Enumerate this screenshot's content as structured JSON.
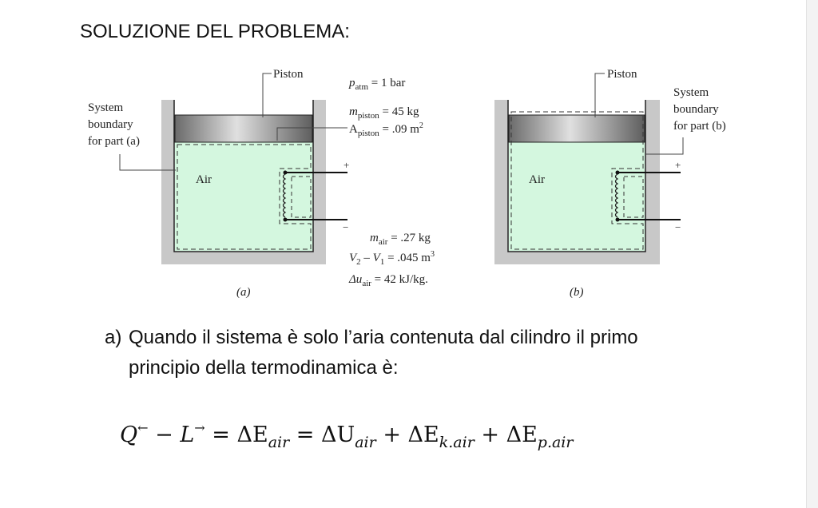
{
  "title": "SOLUZIONE DEL PROBLEMA:",
  "figure": {
    "a": {
      "piston_label": "Piston",
      "boundary_label": [
        "System",
        "boundary",
        "for part (a)"
      ],
      "air_label": "Air",
      "plus": "+",
      "minus": "−",
      "caption": "(a)",
      "p_atm": {
        "sym": "p",
        "sub": "atm",
        "val": " = 1 bar"
      },
      "m_piston": {
        "sym": "m",
        "sub": "piston",
        "val": " = 45 kg"
      },
      "A_piston": {
        "sym": "A",
        "sub": "piston",
        "val": " = .09 m",
        "sup": "2"
      },
      "m_air": {
        "sym": "m",
        "sub": "air",
        "val": " = .27 kg"
      },
      "dV": {
        "text1": "V",
        "sub1": "2",
        "text2": " – V",
        "sub2": "1",
        "val": " = .045 m",
        "sup": "3"
      },
      "du_air": {
        "sym": "Δu",
        "sub": "air",
        "val": " = 42 kJ/kg."
      }
    },
    "b": {
      "piston_label": "Piston",
      "boundary_label": [
        "System",
        "boundary",
        "for part (b)"
      ],
      "air_label": "Air",
      "plus": "+",
      "minus": "−",
      "caption": "(b)"
    }
  },
  "paragraph": {
    "marker": "a)",
    "line1": "Quando il sistema è solo l’aria contenuta dal cilindro il primo",
    "line2": "principio della termodinamica è:"
  },
  "equation": {
    "Q": "Q",
    "Q_sup": "←",
    "minus": " − ",
    "L": "L",
    "L_sup": "→",
    "eq1": " = ΔE",
    "sub1": "air",
    "eq2": " = ΔU",
    "sub2": "air",
    "plus1": " + ΔE",
    "sub3": "k.air",
    "plus2": " + ΔE",
    "sub4": "p.air"
  },
  "colors": {
    "air": "#d4f7df",
    "wall": "#c8c8c8"
  }
}
